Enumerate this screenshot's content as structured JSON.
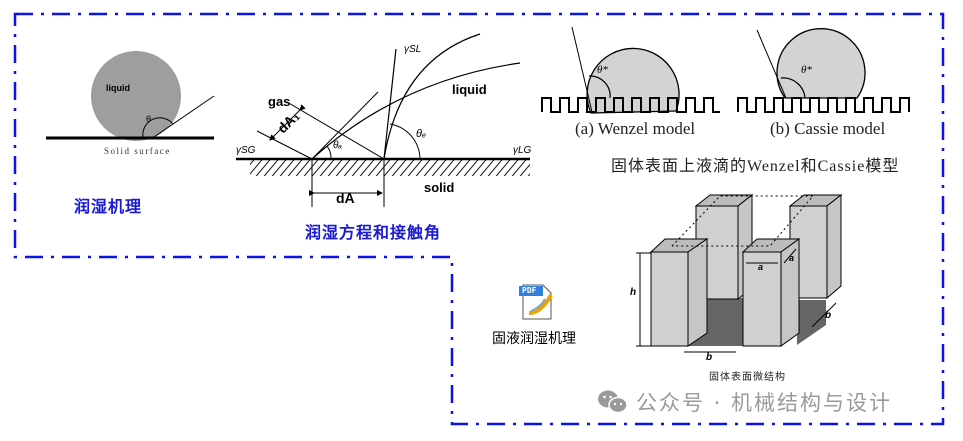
{
  "border": {
    "color": "#0a14e6",
    "style": "dash-dot"
  },
  "panel_wetting_mechanism": {
    "liquid_label": "liquid",
    "theta_label": "θ",
    "surface_label": "Solid surface",
    "caption": "润湿机理"
  },
  "panel_wetting_equation": {
    "gas_label": "gas",
    "liquid_label": "liquid",
    "solid_label": "solid",
    "gamma_sl": "γSL",
    "gamma_sg": "γSG",
    "gamma_lg": "γLG",
    "dA_label": "dA",
    "dA1_label": "dA₁",
    "theta_a_label": "θₐ",
    "theta_e_label": "θₑ",
    "caption": "润湿方程和接触角"
  },
  "panel_models": {
    "wenzel_label": "(a) Wenzel model",
    "cassie_label": "(b) Cassie model",
    "theta_label": "θ*",
    "caption": "固体表面上液滴的Wenzel和Cassie模型"
  },
  "panel_microstructure": {
    "h_label": "h",
    "a_label": "a",
    "b_label": "b",
    "caption": "固体表面微结构"
  },
  "pdf_attachment": {
    "badge": "PDF",
    "filename": "固液润湿机理"
  },
  "watermark": {
    "text": "公众号 · 机械结构与设计"
  }
}
